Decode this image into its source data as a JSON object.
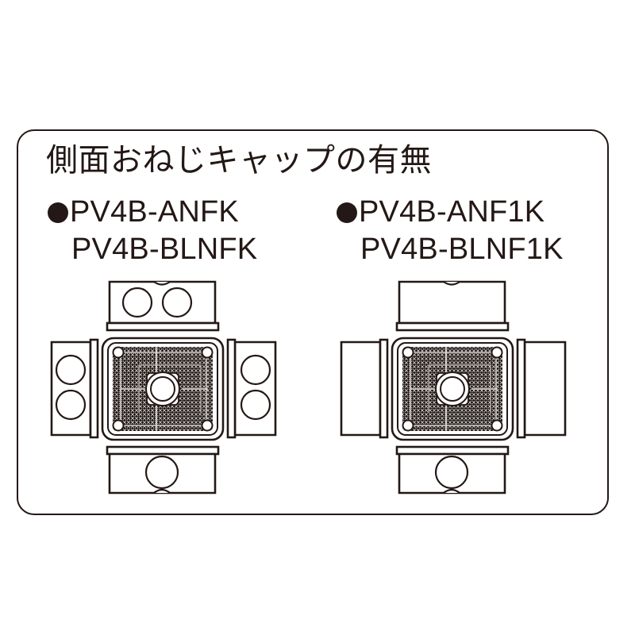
{
  "page": {
    "background": "#ffffff",
    "ink": "#231815"
  },
  "card": {
    "border_color": "#231815"
  },
  "header": {
    "title": "側面おねじキャップの有無"
  },
  "variants": [
    {
      "id": "with-side-caps",
      "side": "left",
      "bullet": "●",
      "model_primary": "PV4B-ANFK",
      "model_secondary": "PV4B-BLNFK",
      "diagram": {
        "name": "junction-box-unfolded-with-side-knockouts",
        "center_face": {
          "texture": "dense-crosshatch",
          "texture_color": "#2b211e",
          "corner_screws": 4,
          "center_boss": "threaded-hub"
        },
        "panels": {
          "top": {
            "holes": 2,
            "hole_layout": "horizontal-pair"
          },
          "left": {
            "holes": 2,
            "hole_layout": "vertical-pair"
          },
          "right": {
            "holes": 2,
            "hole_layout": "vertical-pair"
          },
          "bottom": {
            "holes": 1,
            "hole_layout": "single-center"
          }
        }
      }
    },
    {
      "id": "without-side-caps",
      "side": "right",
      "bullet": "●",
      "model_primary": "PV4B-ANF1K",
      "model_secondary": "PV4B-BLNF1K",
      "diagram": {
        "name": "junction-box-unfolded-without-side-knockouts",
        "center_face": {
          "texture": "dense-crosshatch",
          "texture_color": "#2b211e",
          "corner_screws": 4,
          "center_boss": "threaded-hub"
        },
        "panels": {
          "top": {
            "holes": 0,
            "hole_layout": "blank"
          },
          "left": {
            "holes": 0,
            "hole_layout": "blank"
          },
          "right": {
            "holes": 0,
            "hole_layout": "blank"
          },
          "bottom": {
            "holes": 1,
            "hole_layout": "single-center"
          }
        }
      }
    }
  ]
}
